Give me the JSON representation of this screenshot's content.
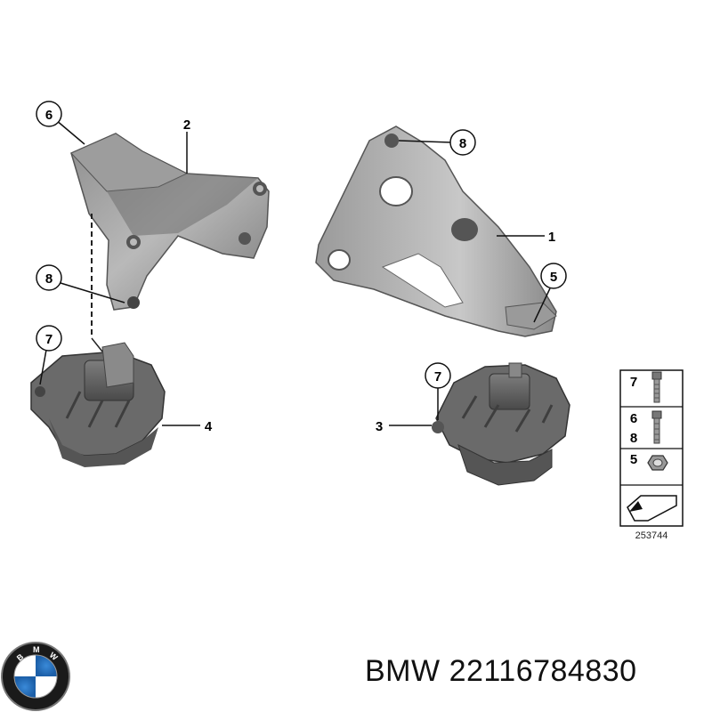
{
  "callouts": {
    "c1": "1",
    "c2": "2",
    "c3": "3",
    "c4": "4",
    "c5": "5",
    "c6": "6",
    "c7a": "7",
    "c7b": "7",
    "c8a": "8",
    "c8b": "8"
  },
  "legend": {
    "row1": "7",
    "row2a": "6",
    "row2b": "8",
    "row3": "5",
    "ref_number": "253744"
  },
  "logo": {
    "letters": "BMW"
  },
  "caption": {
    "brand": "BMW",
    "part_number": "22116784830"
  }
}
